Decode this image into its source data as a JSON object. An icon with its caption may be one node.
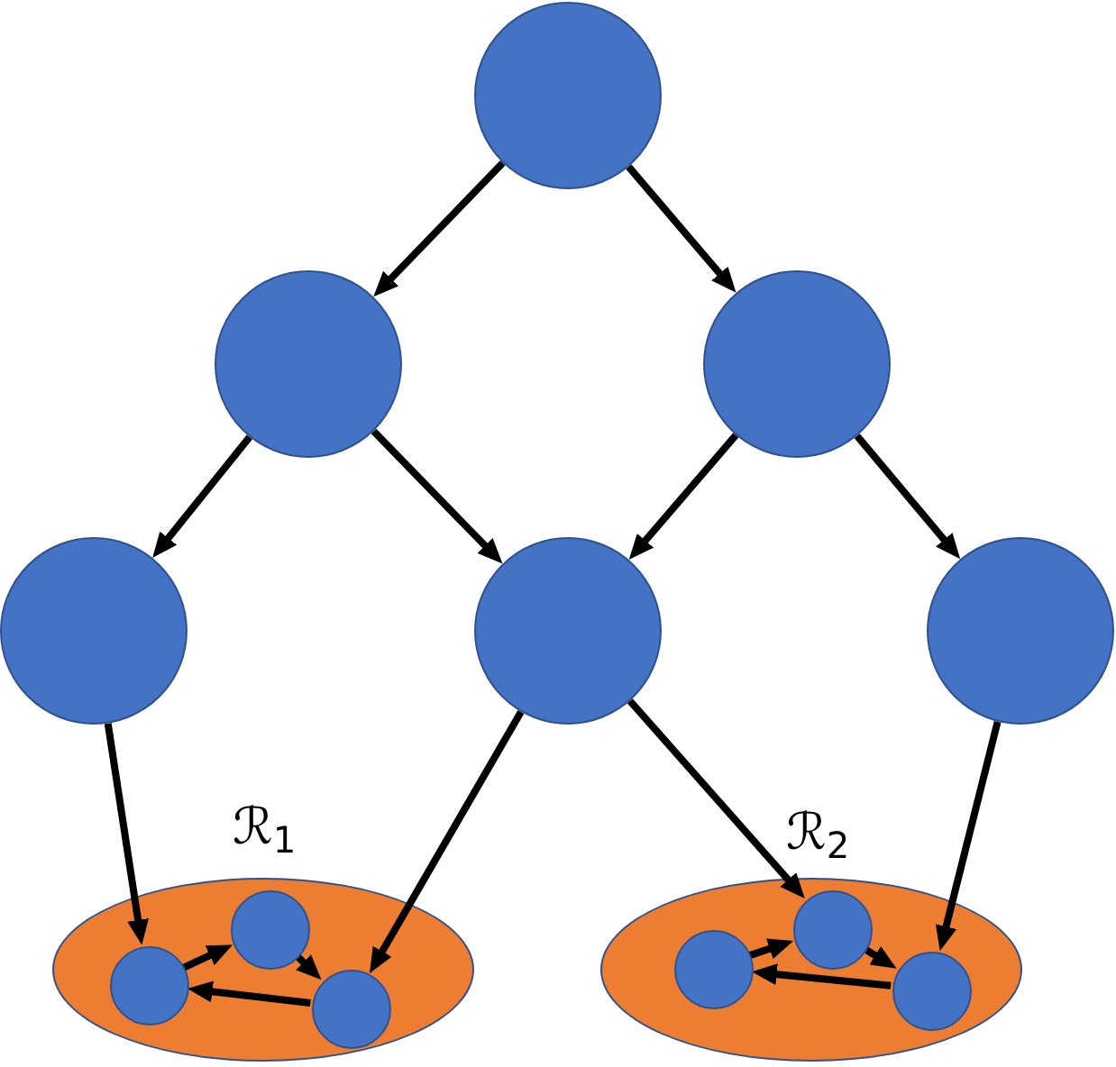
{
  "diagram": {
    "nodes": [
      {
        "text": [],
        "shape": "circle"
      },
      {
        "text": [],
        "shape": "circle"
      },
      {
        "text": [],
        "shape": "circle"
      },
      {
        "text": [],
        "shape": "circle"
      },
      {
        "text": [],
        "shape": "circle"
      },
      {
        "text": [],
        "shape": "circle"
      },
      {
        "text": [
          "ℛ$_{1}$"
        ]
      },
      {
        "text": [],
        "shape": "circle",
        "in": 6
      },
      {
        "text": [],
        "shape": "circle",
        "in": 6
      },
      {
        "text": [],
        "shape": "circle",
        "in": 6
      },
      {
        "text": [
          "ℛ$_{2}$"
        ]
      },
      {
        "text": [],
        "shape": "circle",
        "in": 10
      },
      {
        "text": [],
        "shape": "circle",
        "in": 10
      },
      {
        "text": [],
        "shape": "circle",
        "in": 10
      }
    ],
    "edges": [
      {
        "from": 0,
        "to": 1,
        "arrow": "to"
      },
      {
        "from": 0,
        "to": 2,
        "arrow": "to"
      },
      {
        "from": 1,
        "to": 3,
        "arrow": "to"
      },
      {
        "from": 1,
        "to": 4,
        "arrow": "to"
      },
      {
        "from": 2,
        "to": 4,
        "arrow": "to"
      },
      {
        "from": 2,
        "to": 5,
        "arrow": "to"
      },
      {
        "from": 3,
        "to": 7,
        "arrow": "to"
      },
      {
        "from": 4,
        "to": 9,
        "arrow": "to"
      },
      {
        "from": 4,
        "to": 12,
        "arrow": "to"
      },
      {
        "from": 5,
        "to": 13,
        "arrow": "to"
      },
      {
        "from": 7,
        "to": 8,
        "arrow": "to"
      },
      {
        "from": 8,
        "to": 9,
        "arrow": "to"
      },
      {
        "from": 9,
        "to": 7,
        "arrow": "to"
      },
      {
        "from": 11,
        "to": 12,
        "arrow": "to"
      },
      {
        "from": 12,
        "to": 13,
        "arrow": "to"
      },
      {
        "from": 13,
        "to": 11,
        "arrow": "to"
      }
    ]
  }
}
